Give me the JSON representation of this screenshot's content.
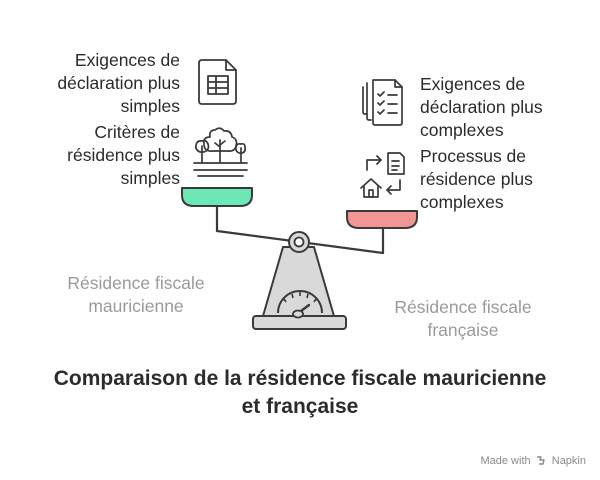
{
  "left_side": {
    "item1_lines": [
      "Exigences de",
      "déclaration plus",
      "simples"
    ],
    "item2_lines": [
      "Critères de",
      "résidence plus",
      "simples"
    ],
    "label_lines": [
      "Résidence fiscale",
      "mauricienne"
    ],
    "pan_color": "#6ee7b7",
    "icon1": "spreadsheet-document-icon",
    "icon2": "trees-landscape-icon"
  },
  "right_side": {
    "item1_lines": [
      "Exigences de",
      "déclaration plus",
      "complexes"
    ],
    "item2_lines": [
      "Processus de",
      "résidence plus",
      "complexes"
    ],
    "label_lines": [
      "Résidence fiscale",
      "française"
    ],
    "pan_color": "#f29595",
    "icon1": "stacked-checklist-documents-icon",
    "icon2": "home-relocation-arrows-icon"
  },
  "title_lines": [
    "Comparaison de la résidence fiscale mauricienne",
    "et française"
  ],
  "credit": {
    "prefix": "Made with",
    "brand": "Napkin"
  },
  "colors": {
    "text": "#2b2b2b",
    "muted": "#9a9a9a",
    "outline": "#3a3a3a",
    "base_fill": "#d9d9d9"
  }
}
